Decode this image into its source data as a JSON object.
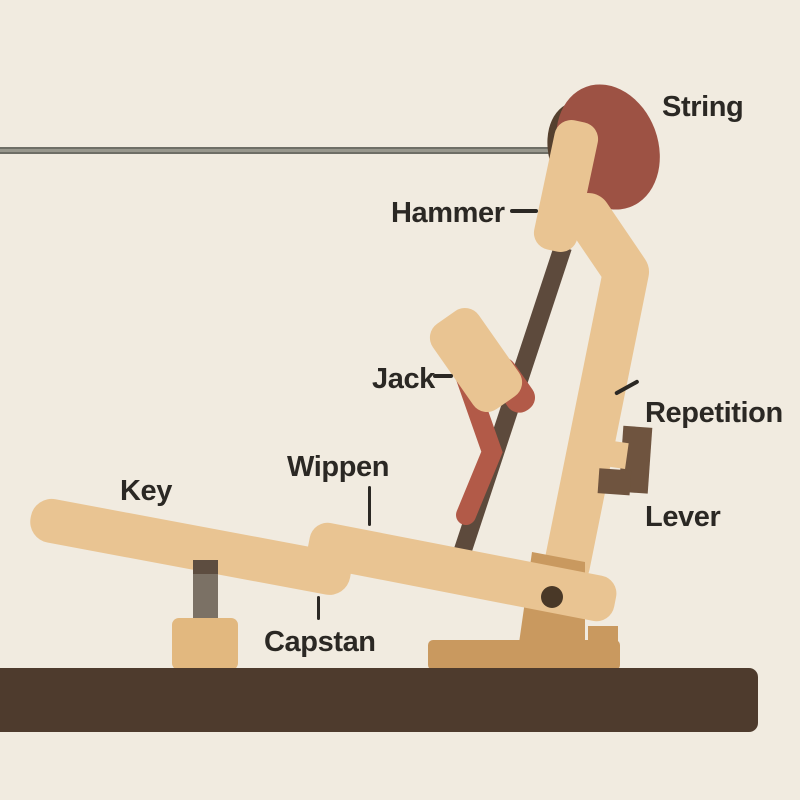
{
  "diagram": {
    "title": "piano-action-mechanism",
    "labels": {
      "string": "String",
      "hammer": "Hammer",
      "jack": "Jack",
      "repetition_line1": "Repetition",
      "repetition_line2": "Lever",
      "wippen": "Wippen",
      "key": "Key",
      "capstan": "Capstan"
    },
    "colors": {
      "background": "#f1ebe0",
      "wood_light": "#e9c492",
      "wood_medium": "#c9995f",
      "wood_block": "#e2b87f",
      "rod_brown": "#5d4a3c",
      "molding_brown": "#55402e",
      "bracket_brown": "#6f543f",
      "hammer_felt_red": "#9d5244",
      "jack_red": "#b25a48",
      "floor_brown": "#4e3b2d",
      "string_gray_dark": "#6e6e66",
      "string_gray": "#98978d",
      "pin_dark": "#493827",
      "post_gray": "#7b7165",
      "post_cap": "#5d4d40",
      "label_text": "#2b2824"
    }
  }
}
